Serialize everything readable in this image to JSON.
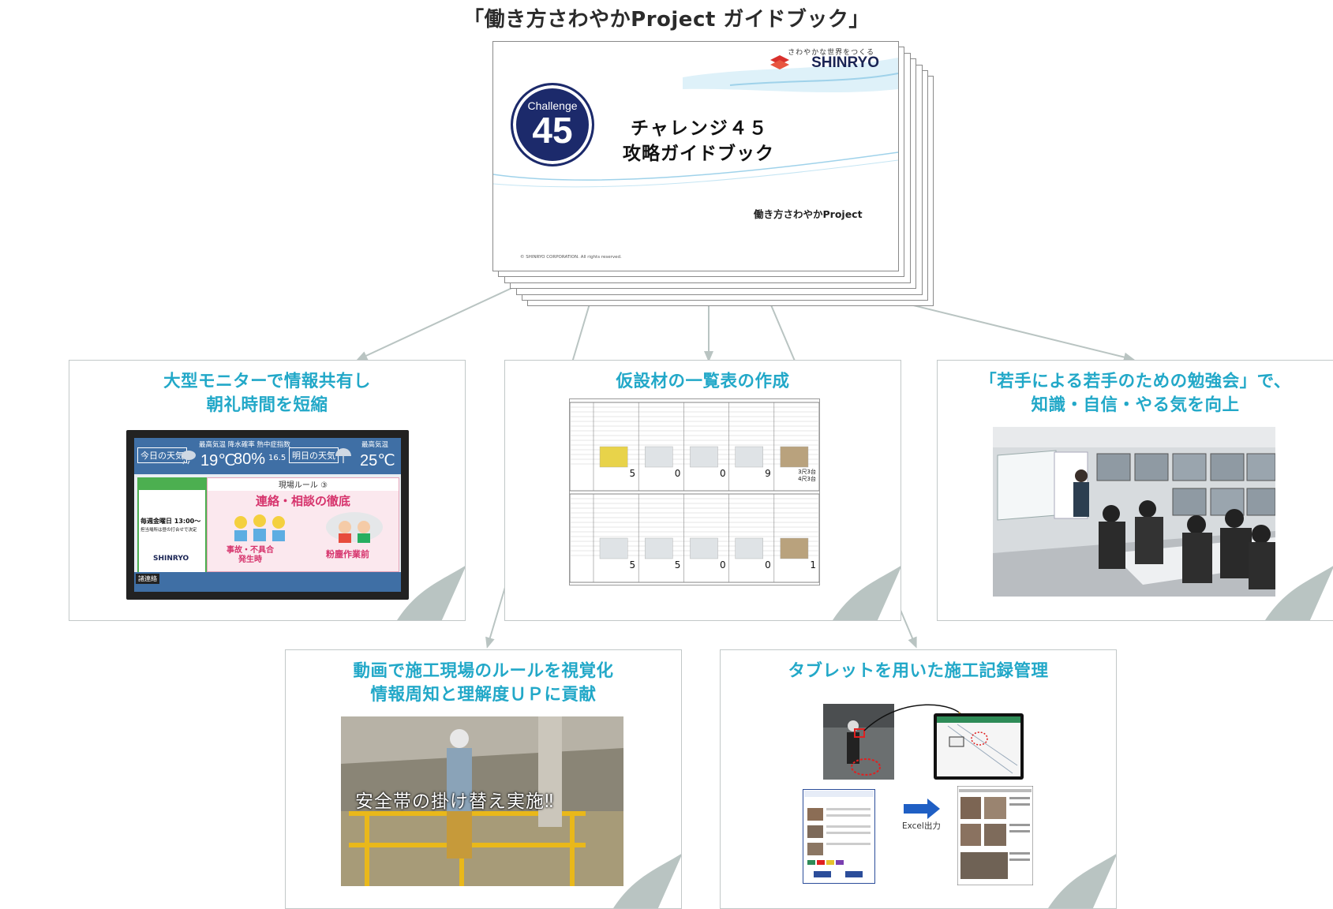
{
  "main_title": "「働き方さわやかProject ガイドブック」",
  "guide_book": {
    "brand_slogan": "さわやかな世界をつくる",
    "brand_name": "SHINRYO",
    "challenge_word": "Challenge",
    "challenge_number": "45",
    "title_line1": "チャレンジ４５",
    "title_line2": "攻略ガイドブック",
    "subtitle": "働き方さわやかProject",
    "copyright": "© SHINRYO CORPORATION. All rights reserved."
  },
  "cards": [
    {
      "title_line1": "大型モニターで情報共有し",
      "title_line2": "朝礼時間を短縮"
    },
    {
      "title_line1": "仮設材の一覧表の作成",
      "title_line2": ""
    },
    {
      "title_line1": "「若手による若手のための勉強会」で、",
      "title_line2": "知識・自信・やる気を向上"
    },
    {
      "title_line1": "動画で施工現場のルールを視覚化",
      "title_line2": "情報周知と理解度ＵＰに貢献"
    },
    {
      "title_line1": "タブレットを用いた施工記録管理",
      "title_line2": ""
    }
  ],
  "monitor": {
    "today_label": "今日の天気",
    "today_temp": "19℃",
    "humidity": "80%",
    "heat_index": "16.5",
    "top_labels": "最高気温 降水確率 熱中症指数",
    "tomorrow_label": "明日の天気",
    "tomorrow_temp": "25℃",
    "tomorrow_top": "最高気温",
    "left_panel_text1": "毎週金曜日 13:00～",
    "left_panel_text2": "担当場所は昼の打合せで決定",
    "left_panel_brand": "SHINRYO",
    "rule_header": "現場ルール ③",
    "rule_title": "連絡・相談の徹底",
    "rule_left": "事故・不具合\n発生時",
    "rule_right": "粉塵作業前",
    "bottom_tag": "諸連絡"
  },
  "table_counts_row1": [
    "5",
    "0",
    "0",
    "9",
    "3尺3台\n4尺3台"
  ],
  "table_counts_row2": [
    "5",
    "5",
    "0",
    "0",
    "1"
  ],
  "video_caption": "安全帯の掛け替え実施‼",
  "excel_output_label": "Excel出力",
  "colors": {
    "title_cyan": "#22a8c8",
    "navy": "#1c2a6b",
    "connector": "#b9c4c2",
    "card_border": "#c2c8c8"
  }
}
